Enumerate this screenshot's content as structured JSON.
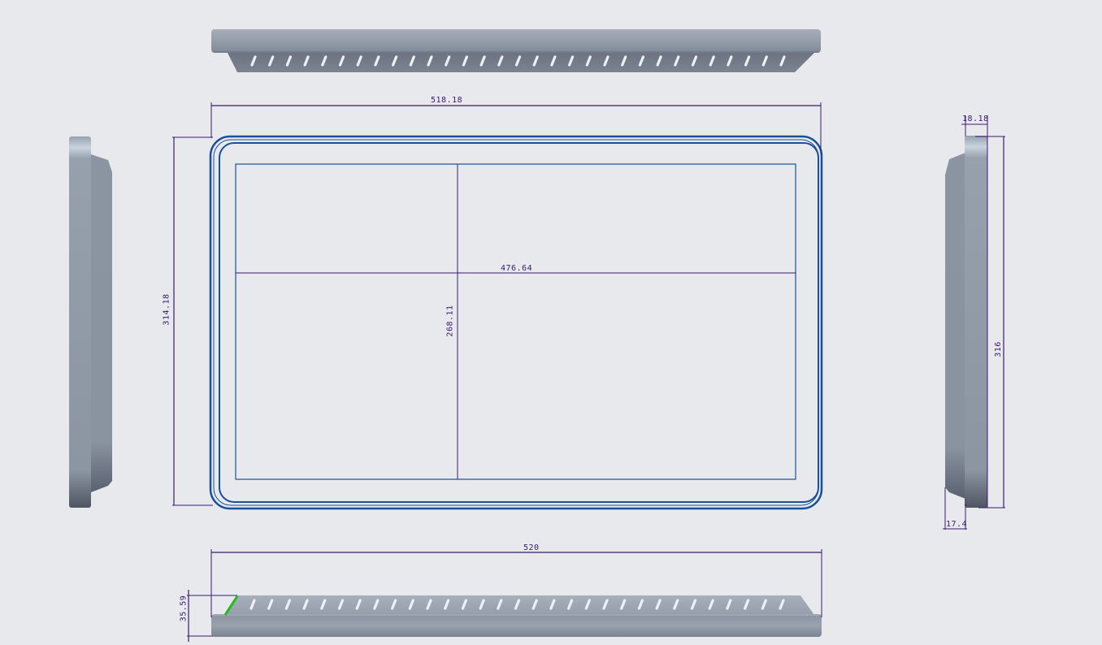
{
  "drawing": {
    "type": "engineering-orthographic-drawing",
    "subject": "display panel enclosure",
    "colors": {
      "background": "#e8e9ed",
      "dimension_line": "#3a1a6e",
      "outline_blue": "#1a4f9c",
      "body_light": "#9aa3ae",
      "body_mid": "#8590a0",
      "body_dark": "#5b6270",
      "slot": "#eef0f3",
      "highlight_green": "#22bb22"
    },
    "views": {
      "top_view": {
        "name": "Top view",
        "vent_slot_count": 31
      },
      "front_view": {
        "name": "Front view"
      },
      "left_view": {
        "name": "Left side view"
      },
      "right_view": {
        "name": "Right side view"
      },
      "bottom_view": {
        "name": "Bottom view",
        "vent_slot_count": 31
      }
    },
    "dimensions": {
      "overall_width_front": "518.18",
      "overall_height_front": "314.18",
      "screen_width": "476.64",
      "screen_height": "268.11",
      "side_height": "316",
      "side_bezel_depth": "18.18",
      "side_back_depth": "17.4",
      "bottom_width": "520",
      "bottom_depth": "35.59"
    }
  }
}
